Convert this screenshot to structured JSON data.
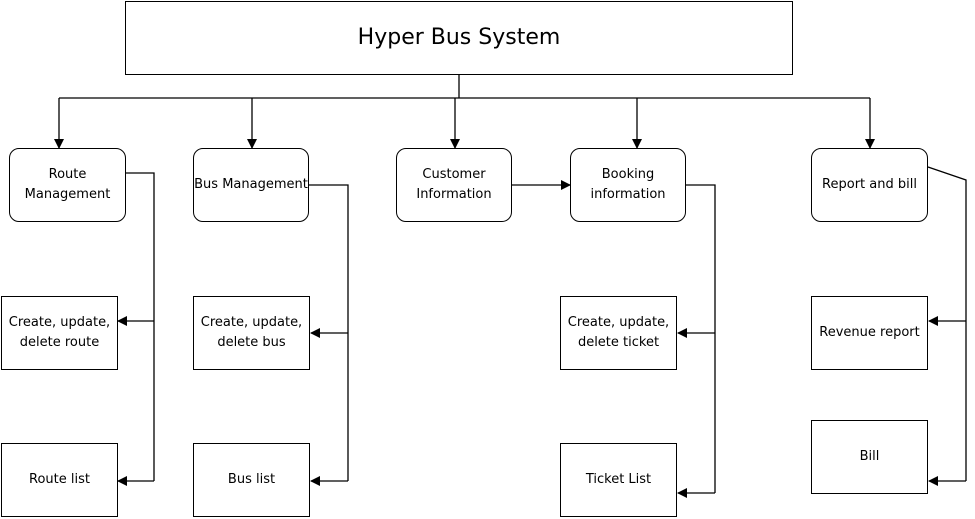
{
  "diagram": {
    "title": "Hyper Bus System",
    "modules": {
      "route_management": "Route Management",
      "bus_management": "Bus Management",
      "customer_information": "Customer\nInformation",
      "booking_information": "Booking\ninformation",
      "report_and_bill": "Report and bill"
    },
    "sub_items": {
      "route_crud": "Create, update,\ndelete route",
      "route_list": "Route list",
      "bus_crud": "Create, update,\ndelete bus",
      "bus_list": "Bus list",
      "ticket_crud": "Create, update,\ndelete ticket",
      "ticket_list": "Ticket List",
      "revenue_report": "Revenue report",
      "bill": "Bill"
    }
  }
}
